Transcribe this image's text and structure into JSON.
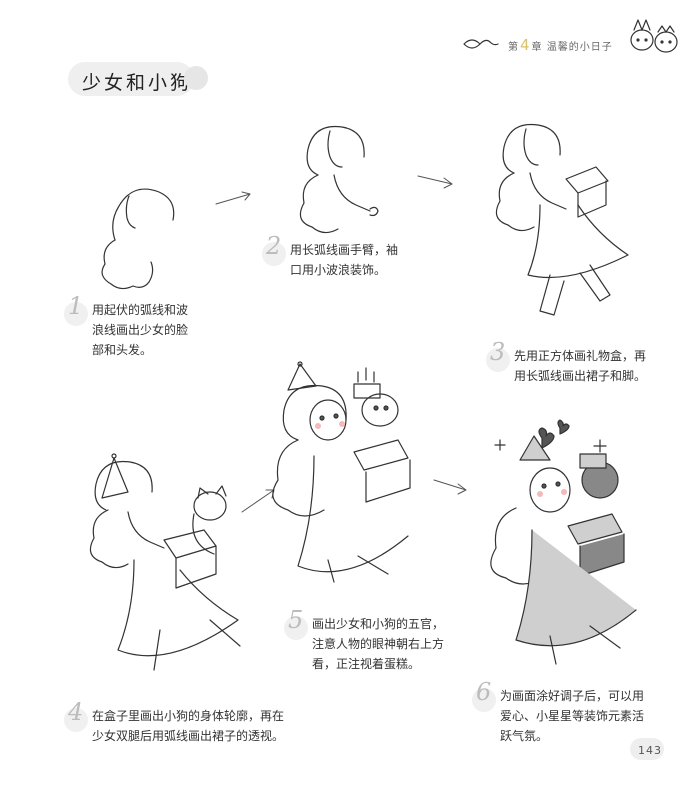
{
  "header": {
    "prefix": "第",
    "chapter_number": "4",
    "suffix": "章 温馨的小日子"
  },
  "title": "少女和小狗",
  "steps": [
    {
      "number": "1",
      "text": "用起伏的弧线和波\n浪线画出少女的脸\n部和头发。"
    },
    {
      "number": "2",
      "text": "用长弧线画手臂，袖\n口用小波浪装饰。"
    },
    {
      "number": "3",
      "text": "先用正方体画礼物盒，再\n用长弧线画出裙子和脚。"
    },
    {
      "number": "4",
      "text": "在盒子里画出小狗的身体轮廓，再在\n少女双腿后用弧线画出裙子的透视。"
    },
    {
      "number": "5",
      "text": "画出少女和小狗的五官，\n注意人物的眼神朝右上方\n看，正注视着蛋糕。"
    },
    {
      "number": "6",
      "text": "为画面涂好调子后，可以用\n爱心、小星星等装饰元素活\n跃气氛。"
    }
  ],
  "page_number": "143",
  "icons": [
    "dragonfly-icon",
    "bunny-cat-icon",
    "paw-icon",
    "arrow-icon"
  ]
}
